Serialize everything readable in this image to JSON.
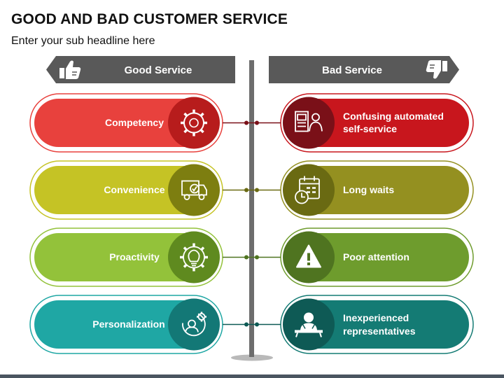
{
  "title": "GOOD AND BAD CUSTOMER SERVICE",
  "subtitle": "Enter your sub headline here",
  "signs": {
    "good": {
      "label": "Good Service",
      "icon": "thumbs-up-icon"
    },
    "bad": {
      "label": "Bad Service",
      "icon": "thumbs-down-icon"
    }
  },
  "colors": {
    "sign": "#595959",
    "pole": "#6d6d6d",
    "dark_red": "#7a1018"
  },
  "rows": [
    {
      "good": {
        "label": "Competency",
        "icon": "gear-person-icon",
        "color": "#e8413d",
        "dark": "#b71c1c"
      },
      "bad": {
        "lines": [
          "Confusing automated",
          "self-service"
        ],
        "icon": "kiosk-person-icon",
        "color": "#c8161d",
        "dark": "#7a1018"
      }
    },
    {
      "good": {
        "label": "Convenience",
        "icon": "delivery-truck-icon",
        "color": "#c5c325",
        "dark": "#7d7e10"
      },
      "bad": {
        "lines": [
          "Long waits"
        ],
        "icon": "calendar-clock-icon",
        "color": "#949020",
        "dark": "#6a6a12"
      }
    },
    {
      "good": {
        "label": "Proactivity",
        "icon": "gear-lightbulb-icon",
        "color": "#93c23a",
        "dark": "#5f8a1f"
      },
      "bad": {
        "lines": [
          "Poor attention"
        ],
        "icon": "warning-icon",
        "color": "#6e9c2d",
        "dark": "#4f7420"
      }
    },
    {
      "good": {
        "label": "Personalization",
        "icon": "user-settings-icon",
        "color": "#1fa7a4",
        "dark": "#137876"
      },
      "bad": {
        "lines": [
          "Inexperienced",
          "representatives"
        ],
        "icon": "representative-icon",
        "color": "#147b74",
        "dark": "#0e5a55"
      }
    }
  ]
}
